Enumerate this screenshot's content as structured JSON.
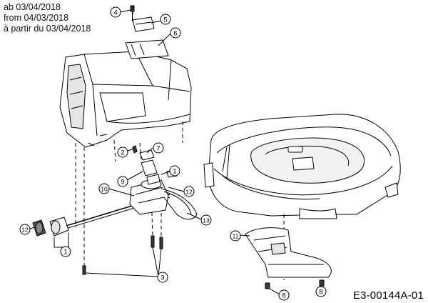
{
  "validity_notes": [
    "ab 03/04/2018",
    "from 04/03/2018",
    "à partir du 03/04/2018"
  ],
  "document_code": "E3-00144A-01",
  "callouts": [
    {
      "id": "c4a",
      "label": "4"
    },
    {
      "id": "c5",
      "label": "5"
    },
    {
      "id": "c6",
      "label": "6"
    },
    {
      "id": "c2",
      "label": "2"
    },
    {
      "id": "c7",
      "label": "7"
    },
    {
      "id": "c1a",
      "label": "1"
    },
    {
      "id": "c9",
      "label": "9"
    },
    {
      "id": "c10",
      "label": "10"
    },
    {
      "id": "c12a",
      "label": "12"
    },
    {
      "id": "c13",
      "label": "13"
    },
    {
      "id": "c12b",
      "label": "12"
    },
    {
      "id": "c1b",
      "label": "1"
    },
    {
      "id": "c3",
      "label": "3"
    },
    {
      "id": "c11",
      "label": "11"
    },
    {
      "id": "c8a",
      "label": "8"
    },
    {
      "id": "c8b",
      "label": "8"
    }
  ],
  "colors": {
    "line": "#000000",
    "fill": "#ffffff",
    "shade": "#d9d9d9",
    "dark": "#3a3a3a"
  }
}
